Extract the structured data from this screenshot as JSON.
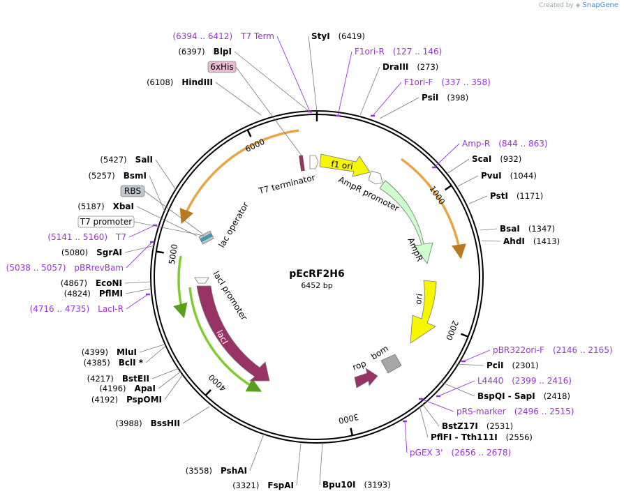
{
  "credit": {
    "prefix": "Created by",
    "brand": "SnapGene"
  },
  "plasmid": {
    "name": "pEcRF2H6",
    "size": "6452 bp"
  },
  "ticks": [
    "1000",
    "2000",
    "3000",
    "4000",
    "5000",
    "6000"
  ],
  "sites": [
    {
      "name": "StyI",
      "pos": "(6419)"
    },
    {
      "name": "BlpI",
      "pos": "(6397)"
    },
    {
      "name": "HindIII",
      "pos": "(6108)"
    },
    {
      "name": "DraIII",
      "pos": "(273)"
    },
    {
      "name": "PsiI",
      "pos": "(398)"
    },
    {
      "name": "ScaI",
      "pos": "(932)"
    },
    {
      "name": "PvuI",
      "pos": "(1044)"
    },
    {
      "name": "PstI",
      "pos": "(1171)"
    },
    {
      "name": "BsaI",
      "pos": "(1347)"
    },
    {
      "name": "AhdI",
      "pos": "(1413)"
    },
    {
      "name": "PciI",
      "pos": "(2301)"
    },
    {
      "name": "BspQI  -  SapI",
      "pos": "(2418)"
    },
    {
      "name": "BstZ17I",
      "pos": "(2531)"
    },
    {
      "name": "PflFI  -  Tth111I",
      "pos": "(2556)"
    },
    {
      "name": "Bpu10I",
      "pos": "(3193)"
    },
    {
      "name": "FspAI",
      "pos": "(3321)"
    },
    {
      "name": "PshAI",
      "pos": "(3558)"
    },
    {
      "name": "BssHII",
      "pos": "(3988)"
    },
    {
      "name": "PspOMI",
      "pos": "(4192)"
    },
    {
      "name": "ApaI",
      "pos": "(4196)"
    },
    {
      "name": "BstEII",
      "pos": "(4217)"
    },
    {
      "name": "BclI *",
      "pos": "(4385)"
    },
    {
      "name": "MluI",
      "pos": "(4399)"
    },
    {
      "name": "PflMI",
      "pos": "(4824)"
    },
    {
      "name": "EcoNI",
      "pos": "(4867)"
    },
    {
      "name": "SgrAI",
      "pos": "(5080)"
    },
    {
      "name": "XbaI",
      "pos": "(5187)"
    },
    {
      "name": "BsmI",
      "pos": "(5257)"
    },
    {
      "name": "SalI",
      "pos": "(5427)"
    }
  ],
  "primers": [
    {
      "name": "T7 Term",
      "range": "(6394 .. 6412)"
    },
    {
      "name": "F1ori-R",
      "range": "(127 .. 146)"
    },
    {
      "name": "F1ori-F",
      "range": "(337 .. 358)"
    },
    {
      "name": "Amp-R",
      "range": "(844 .. 863)"
    },
    {
      "name": "pBR322ori-F",
      "range": "(2146 .. 2165)"
    },
    {
      "name": "L4440",
      "range": "(2399 .. 2416)"
    },
    {
      "name": "pRS-marker",
      "range": "(2496 .. 2515)"
    },
    {
      "name": "pGEX 3'",
      "range": "(2656 .. 2678)"
    },
    {
      "name": "T7",
      "range": "(5141 .. 5160)"
    },
    {
      "name": "pBRrevBam",
      "range": "(5038 .. 5057)"
    },
    {
      "name": "LacI-R",
      "range": "(4716 .. 4735)"
    }
  ],
  "boxed_features": [
    "6xHis",
    "RBS",
    "T7 promoter"
  ],
  "features": {
    "t7_terminator": "T7 terminator",
    "f1_ori": "f1 ori",
    "ampr_promoter": "AmpR promoter",
    "ampr": "AmpR",
    "ori": "ori",
    "rop": "rop",
    "bom": "bom",
    "laci": "lacI",
    "laci_promoter": "lacI promoter",
    "lac_operator": "lac operator"
  },
  "colors": {
    "primer": "#9a33d6",
    "f1ori": "#f6f600",
    "ampr": "#ccffcc",
    "ori": "#f6f600",
    "laci": "#993366",
    "rop": "#993366",
    "bom": "#a6a6a6",
    "orf_halo_orange": "#e8a545",
    "orf_halo_green": "#7fcc30",
    "his_box": "#e6bcd0",
    "rbs_box": "#bfc5cc"
  }
}
